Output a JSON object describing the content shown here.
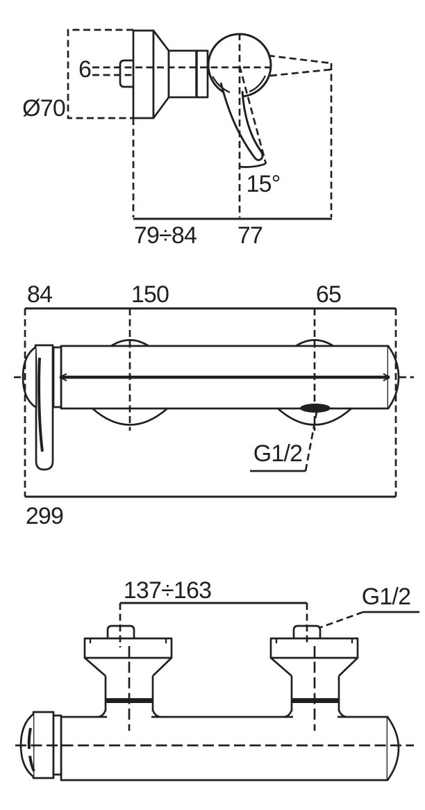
{
  "title": "Shower mixer technical drawing",
  "colors": {
    "line": "#231f20",
    "background": "#ffffff"
  },
  "views": {
    "side": {
      "dims": {
        "pin_offset": "6",
        "escutcheon_dia": "Ø70",
        "depth_range": "79÷84",
        "lever_reach": "77",
        "lever_angle": "15°"
      }
    },
    "front": {
      "dims": {
        "left_span": "84",
        "inlet_spacing": "150",
        "right_span": "65",
        "outlet_thread": "G1/2",
        "overall_width": "299"
      }
    },
    "top": {
      "dims": {
        "inlet_adjust_range": "137÷163",
        "inlet_thread": "G1/2"
      }
    }
  }
}
